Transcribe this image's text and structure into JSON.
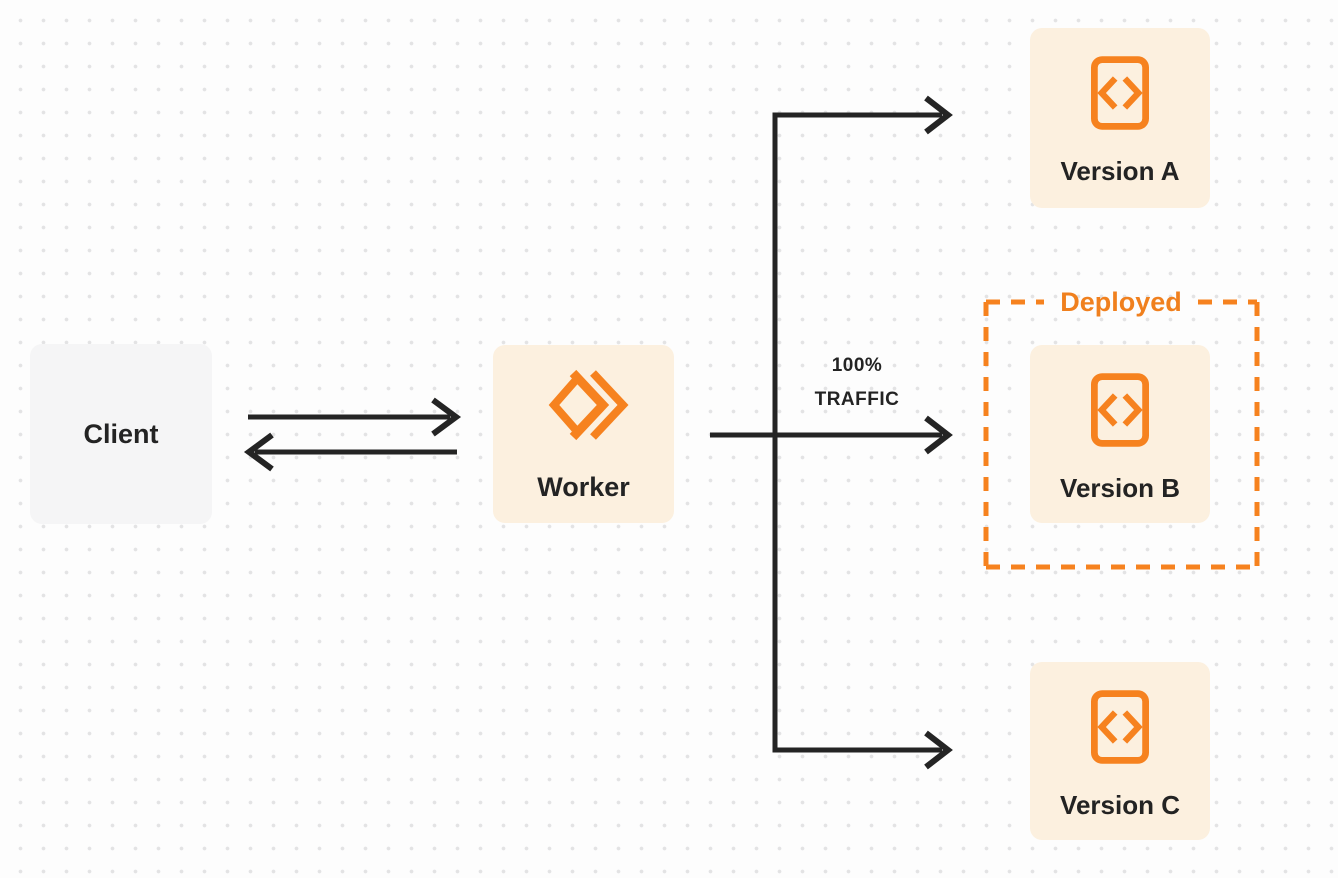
{
  "diagram": {
    "title": "worker-traffic-routing-diagram",
    "client": {
      "label": "Client"
    },
    "worker": {
      "label": "Worker",
      "icon": "workers-logo-icon"
    },
    "traffic_label": {
      "line1": "100%",
      "line2": "TRAFFIC"
    },
    "deployed_box": {
      "label": "Deployed",
      "contains": "Version B"
    },
    "versions": [
      {
        "label": "Version A",
        "icon": "code-file-icon"
      },
      {
        "label": "Version B",
        "icon": "code-file-icon"
      },
      {
        "label": "Version C",
        "icon": "code-file-icon"
      }
    ],
    "edges": [
      {
        "from": "Client",
        "to": "Worker",
        "style": "arrow-right"
      },
      {
        "from": "Worker",
        "to": "Client",
        "style": "arrow-left"
      },
      {
        "from": "Worker",
        "to": "Version A",
        "style": "arrow"
      },
      {
        "from": "Worker",
        "to": "Version B",
        "style": "arrow",
        "label": "100% TRAFFIC"
      },
      {
        "from": "Worker",
        "to": "Version C",
        "style": "arrow"
      }
    ],
    "colors": {
      "accent_orange": "#F6821F",
      "deployed_text_orange": "#F0801E",
      "card_cream": "#FCF0DF",
      "client_gray": "#F5F5F6",
      "line_dark": "#242424",
      "background": "#FDFDFD",
      "dot_grid": "#E3E3E4",
      "text_dark": "#232323"
    }
  }
}
